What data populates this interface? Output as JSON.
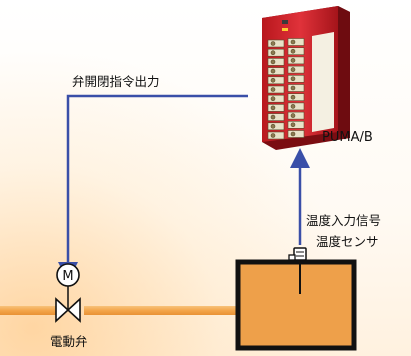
{
  "diagram": {
    "controller_label": "PUMA/B",
    "valve_command_label": "弁開閉指令出力",
    "temperature_input_label": "温度入力信号",
    "temperature_sensor_label": "温度センサ",
    "motor_symbol": "M",
    "motor_valve_label": "電動弁"
  },
  "colors": {
    "arrow": "#3a4fa8",
    "pipe": "#f3a54a",
    "tank_fill": "#eea04a",
    "tank_border": "#111111",
    "controller_body": "#d8242a",
    "terminal_block": "#e8e2c8"
  }
}
